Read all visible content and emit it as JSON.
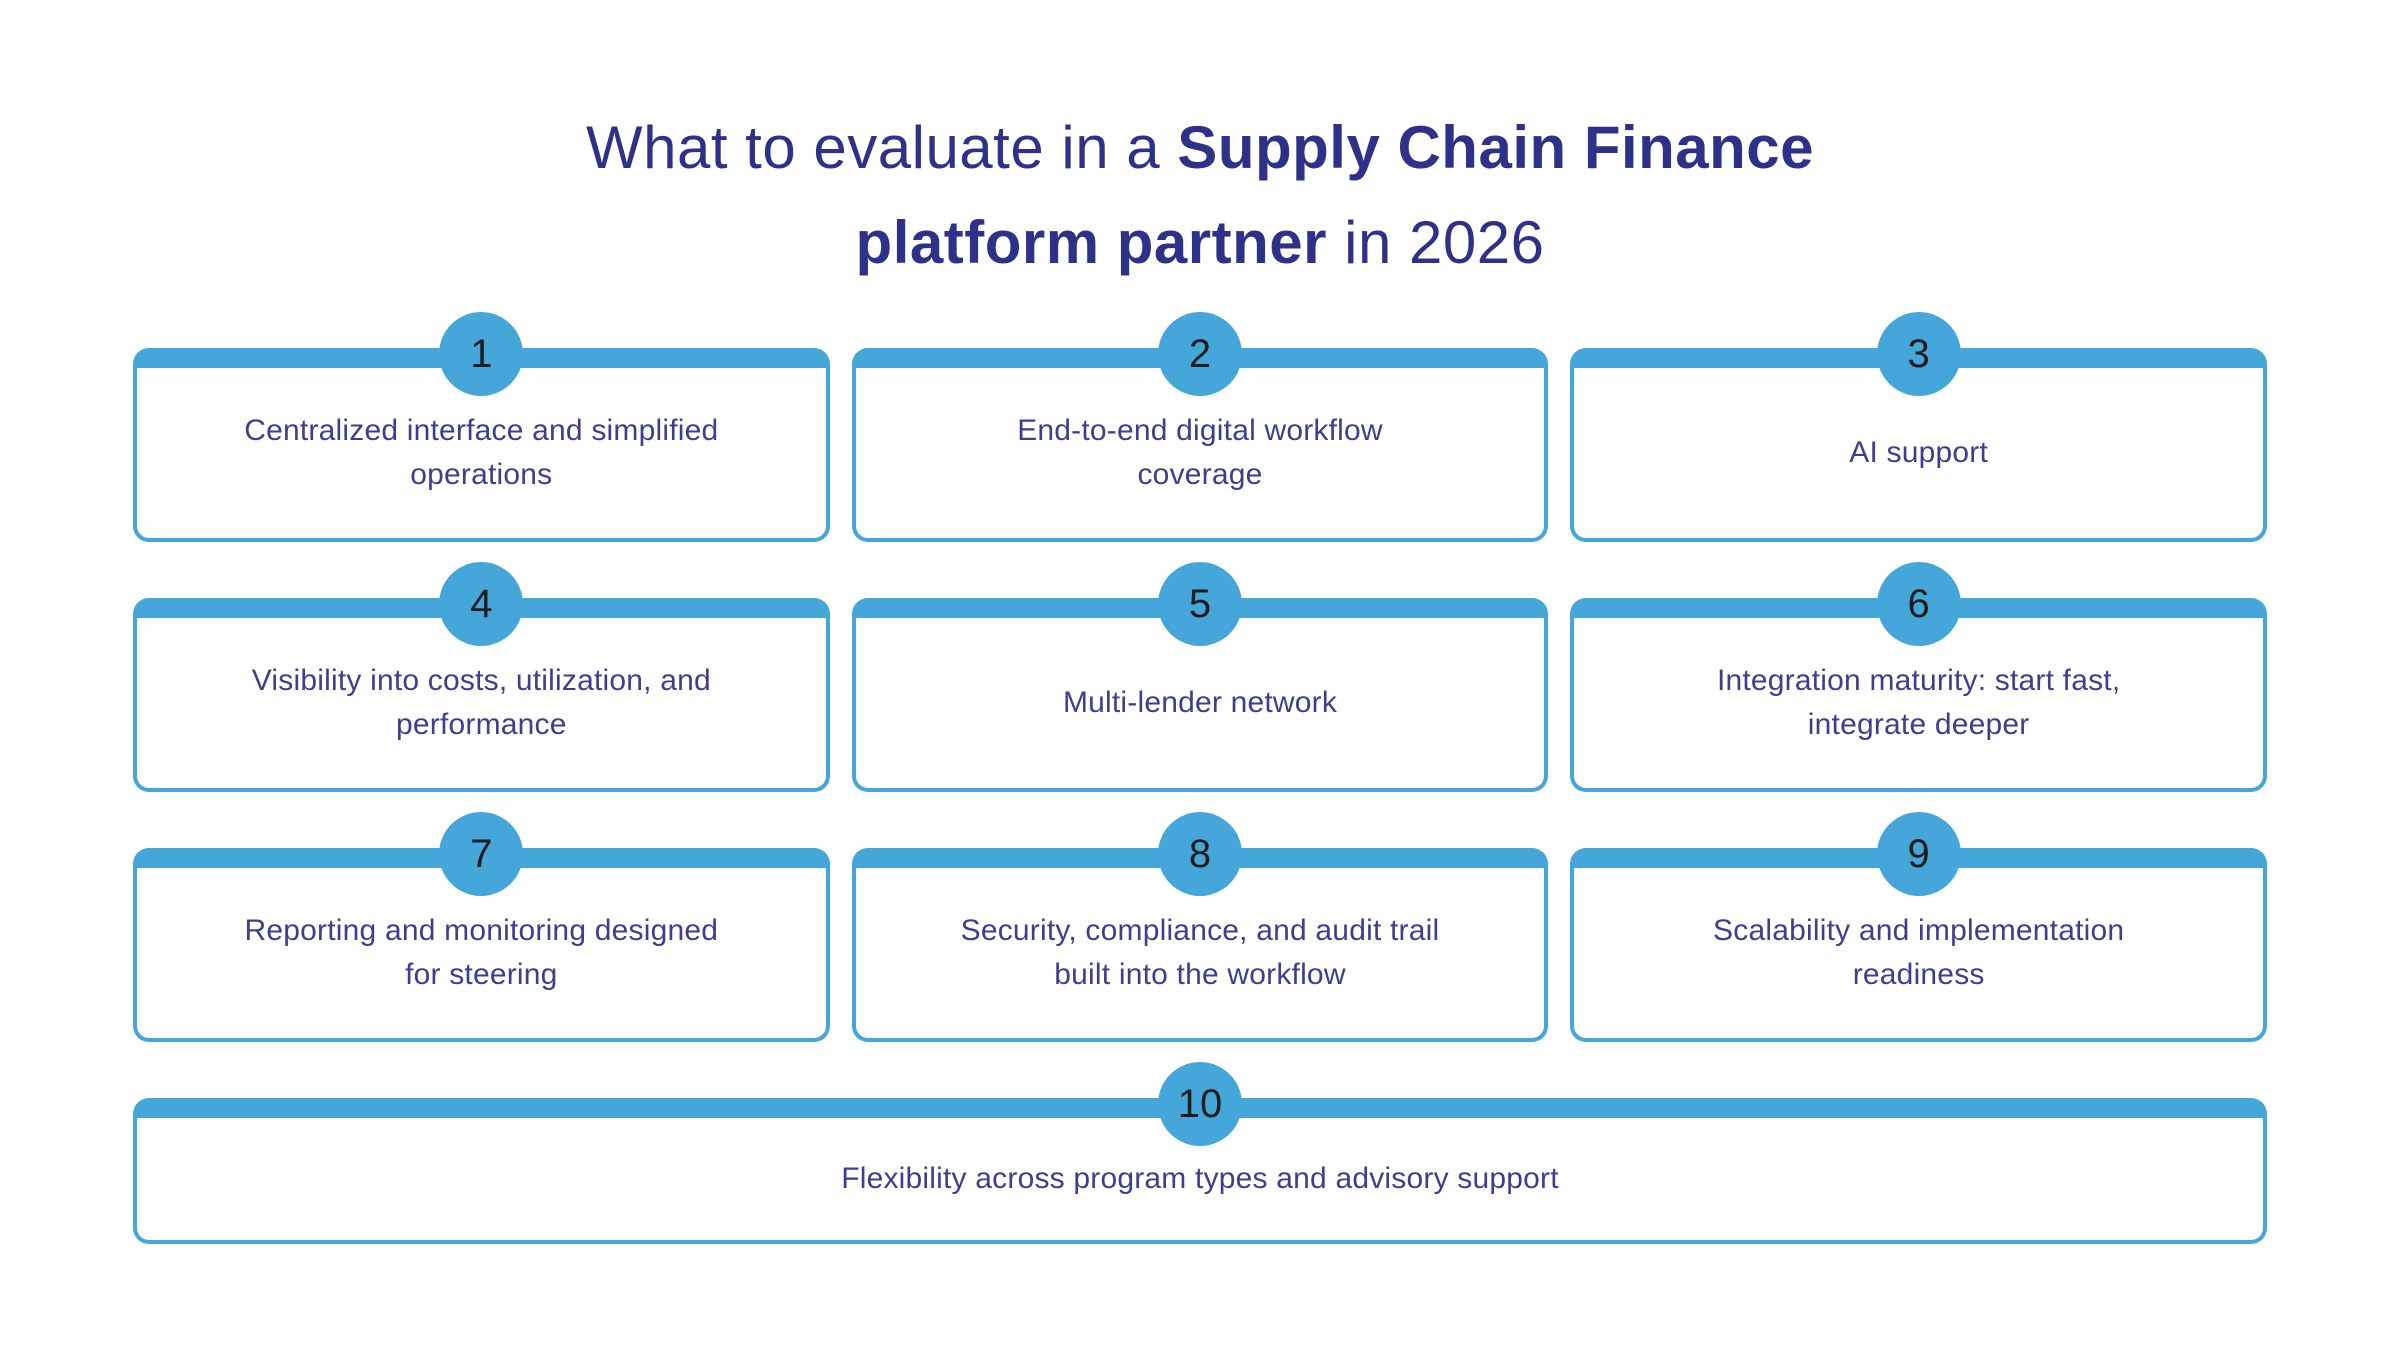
{
  "title": {
    "line1_regular": "What to evaluate in a ",
    "line1_bold": "Supply Chain Finance",
    "line2_bold": "platform partner",
    "line2_regular": " in 2026"
  },
  "colors": {
    "accent_blue": "#45a6da",
    "title_navy": "#2e3189",
    "card_text_indigo": "#3c3f90",
    "number_dark": "#1d1d1b",
    "background": "#ffffff"
  },
  "cards": [
    {
      "number": "1",
      "label": "Centralized interface and simplified\noperations"
    },
    {
      "number": "2",
      "label": "End-to-end digital workflow\ncoverage"
    },
    {
      "number": "3",
      "label": "AI support"
    },
    {
      "number": "4",
      "label": "Visibility into costs, utilization, and\nperformance"
    },
    {
      "number": "5",
      "label": "Multi-lender network"
    },
    {
      "number": "6",
      "label": "Integration maturity: start fast,\nintegrate deeper"
    },
    {
      "number": "7",
      "label": "Reporting and monitoring designed\nfor steering"
    },
    {
      "number": "8",
      "label": "Security, compliance, and audit trail\nbuilt into the workflow"
    },
    {
      "number": "9",
      "label": "Scalability and implementation\nreadiness"
    },
    {
      "number": "10",
      "label": "Flexibility across program types and advisory support",
      "wide": true
    }
  ]
}
